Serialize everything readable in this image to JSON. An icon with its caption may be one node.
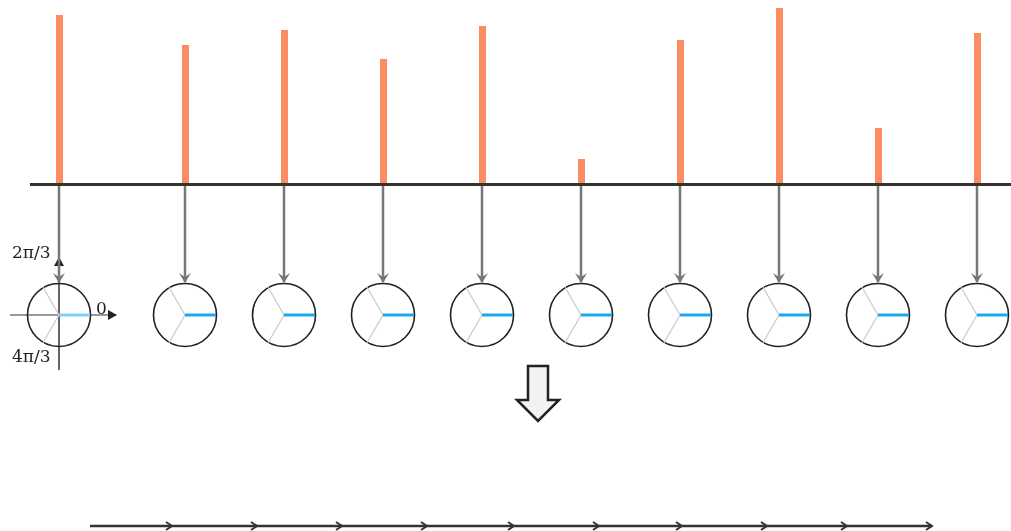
{
  "diagram": {
    "nodes": [
      {
        "text": [],
        "shape": "bar"
      },
      {
        "text": [],
        "shape": "bar"
      },
      {
        "text": [],
        "shape": "bar"
      },
      {
        "text": [],
        "shape": "bar"
      },
      {
        "text": [],
        "shape": "bar"
      },
      {
        "text": [],
        "shape": "bar"
      },
      {
        "text": [],
        "shape": "bar"
      },
      {
        "text": [],
        "shape": "bar"
      },
      {
        "text": [],
        "shape": "bar"
      },
      {
        "text": [],
        "shape": "bar"
      },
      {
        "text": [],
        "shape": "circle"
      },
      {
        "text": [],
        "shape": "circle"
      },
      {
        "text": [],
        "shape": "circle"
      },
      {
        "text": [],
        "shape": "circle"
      },
      {
        "text": [],
        "shape": "circle"
      },
      {
        "text": [],
        "shape": "circle"
      },
      {
        "text": [],
        "shape": "circle"
      },
      {
        "text": [],
        "shape": "circle"
      },
      {
        "text": [],
        "shape": "circle"
      },
      {
        "text": [],
        "shape": "circle"
      }
    ],
    "edges": [
      {
        "from": 0,
        "to": 10,
        "arrow": "to"
      },
      {
        "from": 1,
        "to": 11,
        "arrow": "to"
      },
      {
        "from": 2,
        "to": 12,
        "arrow": "to"
      },
      {
        "from": 3,
        "to": 13,
        "arrow": "to"
      },
      {
        "from": 4,
        "to": 14,
        "arrow": "to"
      },
      {
        "from": 5,
        "to": 15,
        "arrow": "to"
      },
      {
        "from": 6,
        "to": 16,
        "arrow": "to"
      },
      {
        "from": 7,
        "to": 17,
        "arrow": "to"
      },
      {
        "from": 8,
        "to": 18,
        "arrow": "to"
      },
      {
        "from": 9,
        "to": 19,
        "arrow": "to"
      }
    ],
    "labels": [
      "2π/3",
      "0",
      "4π/3"
    ]
  }
}
